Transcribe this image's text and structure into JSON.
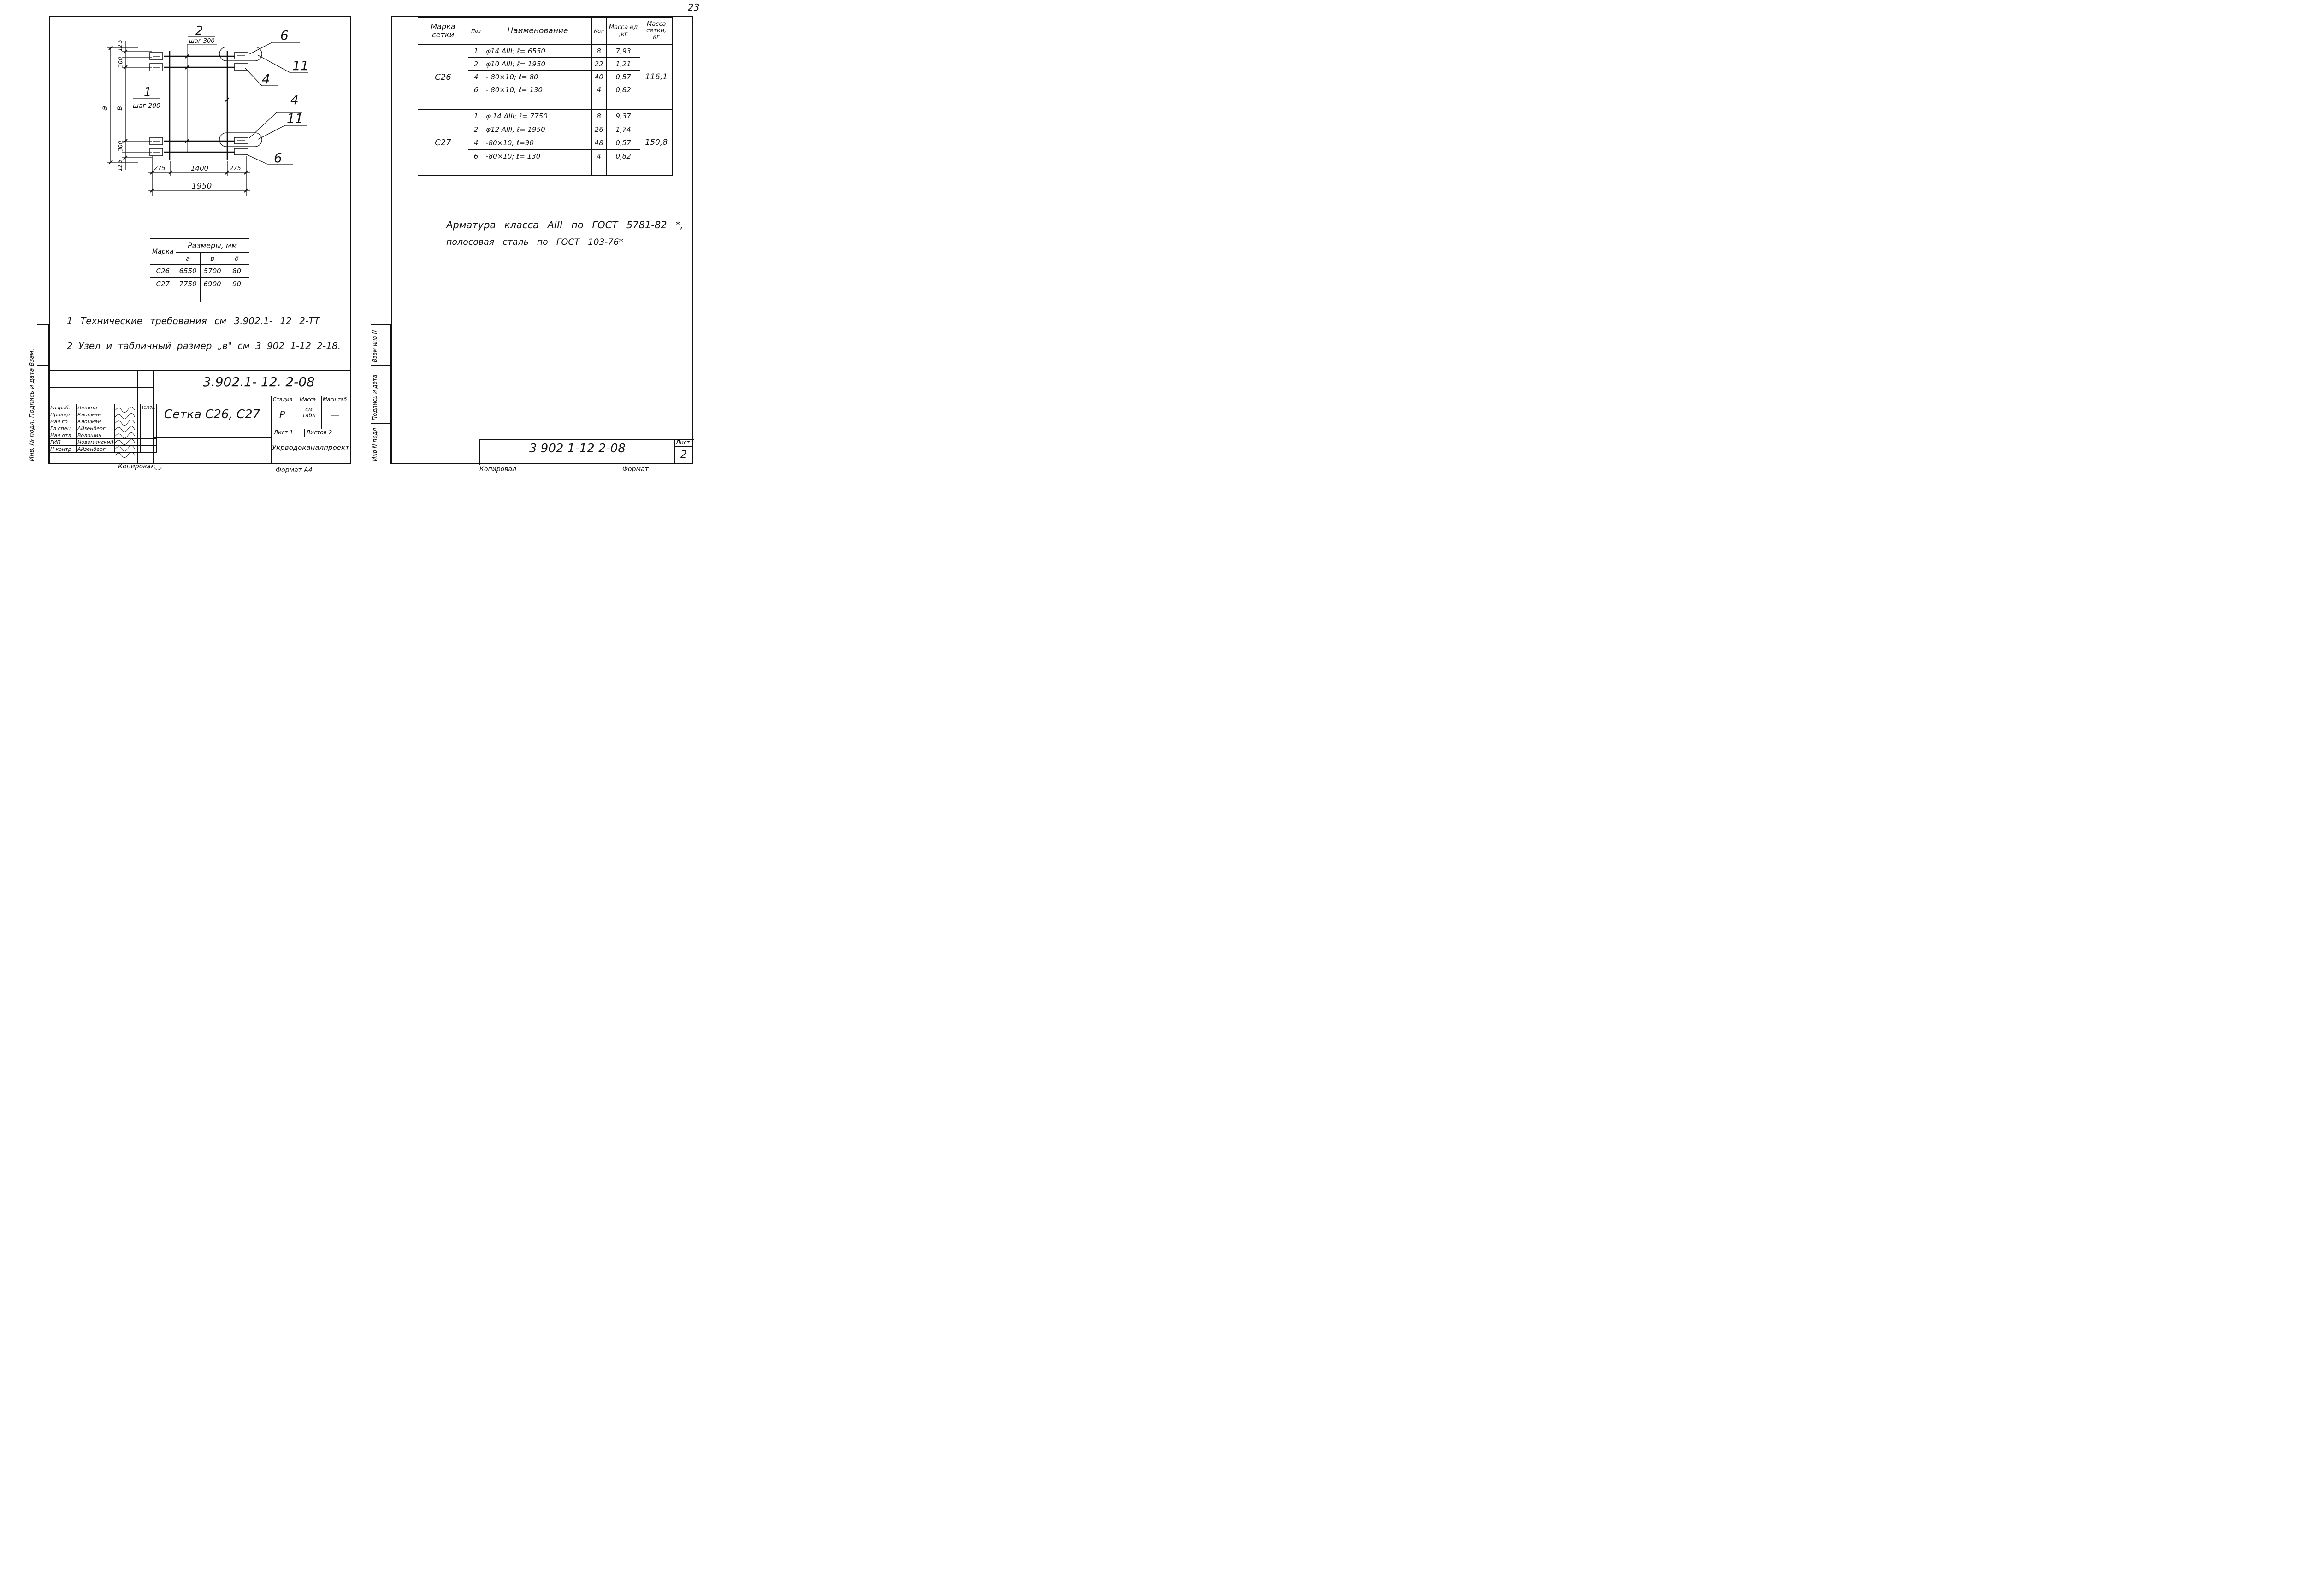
{
  "sheet_number_corner": "23",
  "left_sheet": {
    "drawing": {
      "label_2": "2",
      "label_step300": "шаг 300",
      "label_1": "1",
      "label_step200": "шаг 200",
      "label_a": "a",
      "label_b": "в",
      "callout_6_top": "6",
      "callout_11_top": "11",
      "callout_4_top": "4",
      "callout_4_mid": "4",
      "callout_11_mid": "11",
      "callout_6_bottom": "6",
      "dim_125_top": "12.5",
      "dim_300_top": "300",
      "dim_300_bottom": "300",
      "dim_125_bottom": "12.5",
      "dim_275_left": "275",
      "dim_1400": "1400",
      "dim_275_right": "275",
      "dim_1950": "1950"
    },
    "sizes_table": {
      "header_mark": "Марка",
      "header_sizes": "Размеры, мм",
      "col_a": "a",
      "col_b": "в",
      "col_delta": "δ",
      "rows": [
        [
          "С26",
          "6550",
          "5700",
          "80"
        ],
        [
          "С27",
          "7750",
          "6900",
          "90"
        ]
      ]
    },
    "notes": [
      "1 Технические требования см 3.902.1- 12 2-ТТ",
      "2 Узел и табличный размер „в\" см 3 902 1-12 2-18."
    ],
    "title_block": {
      "code": "3.902.1- 12. 2-08",
      "title": "Сетка С26, С27",
      "stage_label": "Стадия",
      "mass_label": "Масса",
      "scale_label": "Масштаб",
      "stage_value": "Р",
      "mass_value": "см табл",
      "scale_value": "—",
      "sheet_label": "Лист 1",
      "sheets_label": "Листов 2",
      "organization": "Укрводоканалпроект",
      "roles": [
        [
          "Разраб.",
          "Левина",
          "11/87г."
        ],
        [
          "Провер",
          "Клоцман",
          ""
        ],
        [
          "Нач гр",
          "Клоцман",
          ""
        ],
        [
          "Гл спец",
          "Айзенберг",
          ""
        ],
        [
          "Нач отд",
          "Волошин",
          ""
        ],
        [
          "ГИП",
          "Новоминский",
          ""
        ],
        [
          "Н контр",
          "Айзенберг",
          ""
        ]
      ],
      "copied_label": "Копировал",
      "format_label": "Формат А4"
    },
    "margin_text": "Инв. № подл. Подпись и дата Взам."
  },
  "right_sheet": {
    "spec_table": {
      "headers": [
        "Марка сетки",
        "Поз",
        "Наименование",
        "Кол",
        "Масса ед ,кг",
        "Масса сетки, кг"
      ],
      "groups": [
        {
          "mark": "С26",
          "total": "116,1",
          "rows": [
            [
              "1",
              "φ14 АIII; ℓ= 6550",
              "8",
              "7,93"
            ],
            [
              "2",
              "φ10 АIII; ℓ= 1950",
              "22",
              "1,21"
            ],
            [
              "4",
              "- 80×10; ℓ= 80",
              "40",
              "0,57"
            ],
            [
              "6",
              "- 80×10; ℓ= 130",
              "4",
              "0,82"
            ]
          ]
        },
        {
          "mark": "С27",
          "total": "150,8",
          "rows": [
            [
              "1",
              "φ 14 АIII; ℓ= 7750",
              "8",
              "9,37"
            ],
            [
              "2",
              "φ12 АIII, ℓ= 1950",
              "26",
              "1,74"
            ],
            [
              "4",
              "-80×10; ℓ=90",
              "48",
              "0,57"
            ],
            [
              "6",
              "-80×10; ℓ= 130",
              "4",
              "0,82"
            ]
          ]
        }
      ]
    },
    "note_line1": "Арматура класса АIII по ГОСТ 5781-82 *,",
    "note_line2": "полосовая сталь по ГОСТ 103-76*",
    "stamp": {
      "code": "3 902 1-12 2-08",
      "sheet_label": "Лист",
      "sheet_value": "2"
    },
    "margin_labels": [
      "Инв N подл",
      "Подпись и дата",
      "Взам инв N"
    ],
    "copied_label": "Копировал",
    "format_label": "Формат"
  }
}
